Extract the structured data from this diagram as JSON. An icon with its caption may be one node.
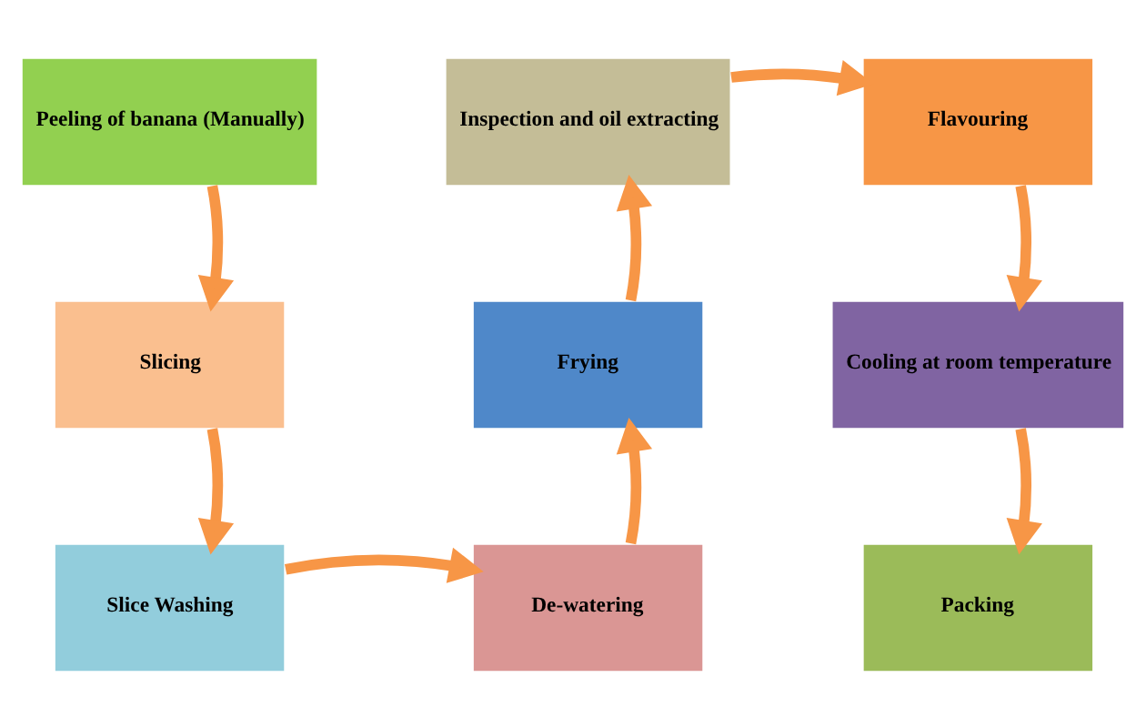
{
  "diagram": {
    "nodes": [
      {
        "text": [
          "Peeling of banana (Manually)"
        ]
      },
      {
        "text": [
          "Slicing"
        ]
      },
      {
        "text": [
          "Slice Washing"
        ]
      },
      {
        "text": [
          "De-watering"
        ]
      },
      {
        "text": [
          "Frying"
        ]
      },
      {
        "text": [
          "Inspection and oil extracting"
        ]
      },
      {
        "text": [
          "Flavouring"
        ]
      },
      {
        "text": [
          "Cooling at room temperature"
        ]
      },
      {
        "text": [
          "Packing"
        ]
      }
    ],
    "edges": [
      {
        "from": 0,
        "to": 1,
        "arrow": "to"
      },
      {
        "from": 1,
        "to": 2,
        "arrow": "to"
      },
      {
        "from": 2,
        "to": 3,
        "arrow": "to"
      },
      {
        "from": 3,
        "to": 4,
        "arrow": "to"
      },
      {
        "from": 4,
        "to": 5,
        "arrow": "to"
      },
      {
        "from": 5,
        "to": 6,
        "arrow": "to"
      },
      {
        "from": 6,
        "to": 7,
        "arrow": "to"
      },
      {
        "from": 7,
        "to": 8,
        "arrow": "to"
      }
    ]
  }
}
